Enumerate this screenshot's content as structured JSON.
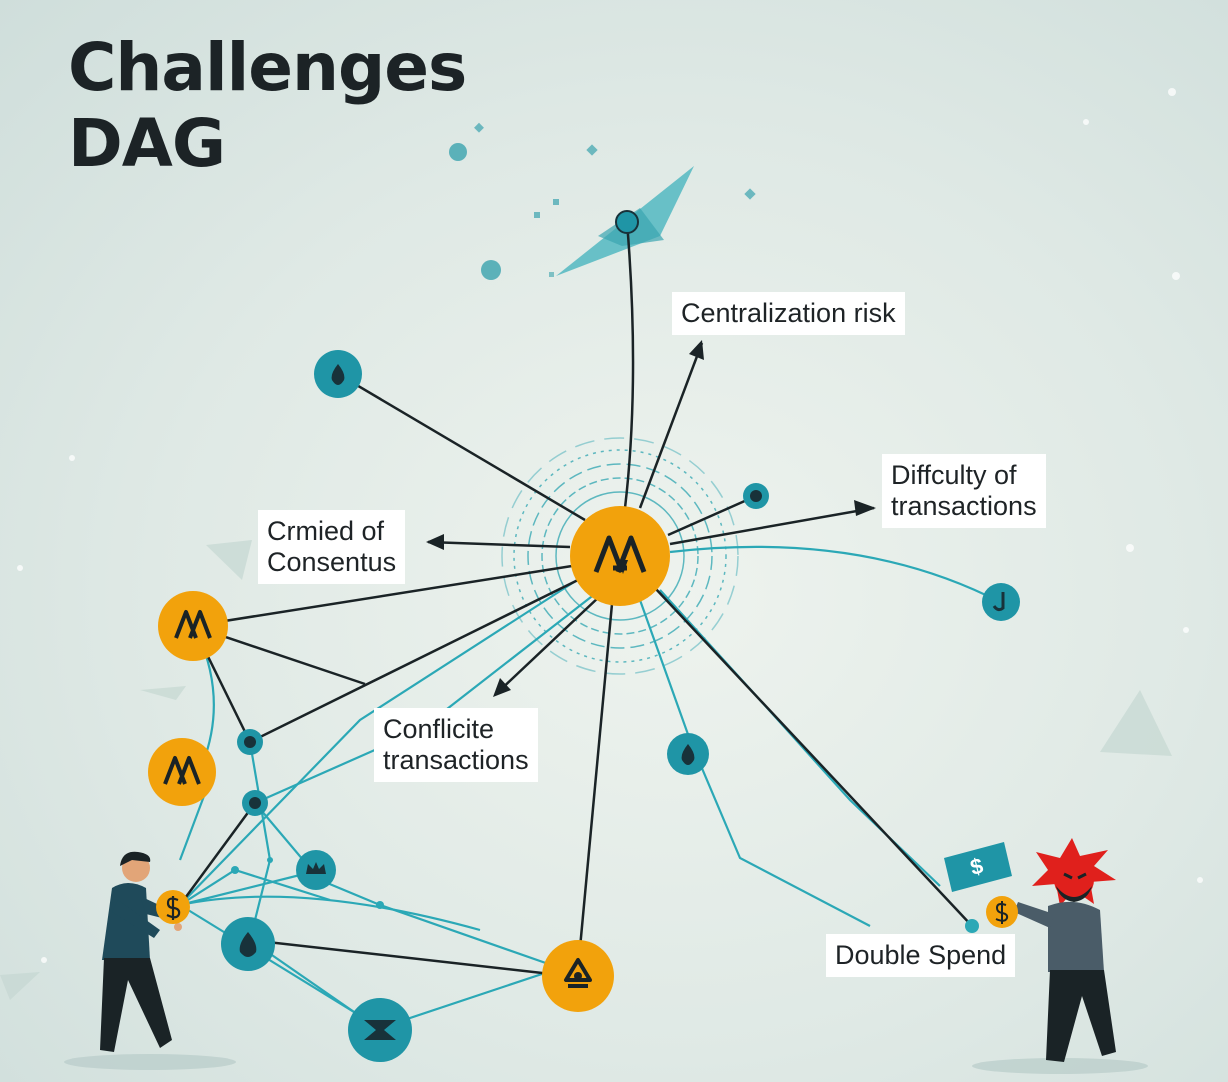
{
  "title": {
    "line1": "Challenges",
    "line2": "DAG"
  },
  "labels": {
    "centralization": "Centralization risk",
    "difficulty_line1": "Diffculty of",
    "difficulty_line2": "transactions",
    "consensus_line1": "Crmied of",
    "consensus_line2": "Consentus",
    "conflict_line1": "Conflicite",
    "conflict_line2": "transactions",
    "double_spend": "Double Spend"
  },
  "badges": {
    "dollar_sign": "$"
  },
  "colors": {
    "background": "#dfe9e5",
    "hub_orange": "#f2a20c",
    "node_teal": "#1f95a6",
    "node_dark": "#18323a",
    "edge_dark": "#1a2326",
    "edge_teal": "#2ba8b6",
    "attacker_red": "#e0201c",
    "text": "#1e2326"
  },
  "icons": {
    "hub": "dag-logo-icon",
    "transaction_node": "drop-icon",
    "coin": "dollar-coin-icon",
    "cash": "cash-note-icon",
    "attacker": "angry-burst-icon"
  }
}
